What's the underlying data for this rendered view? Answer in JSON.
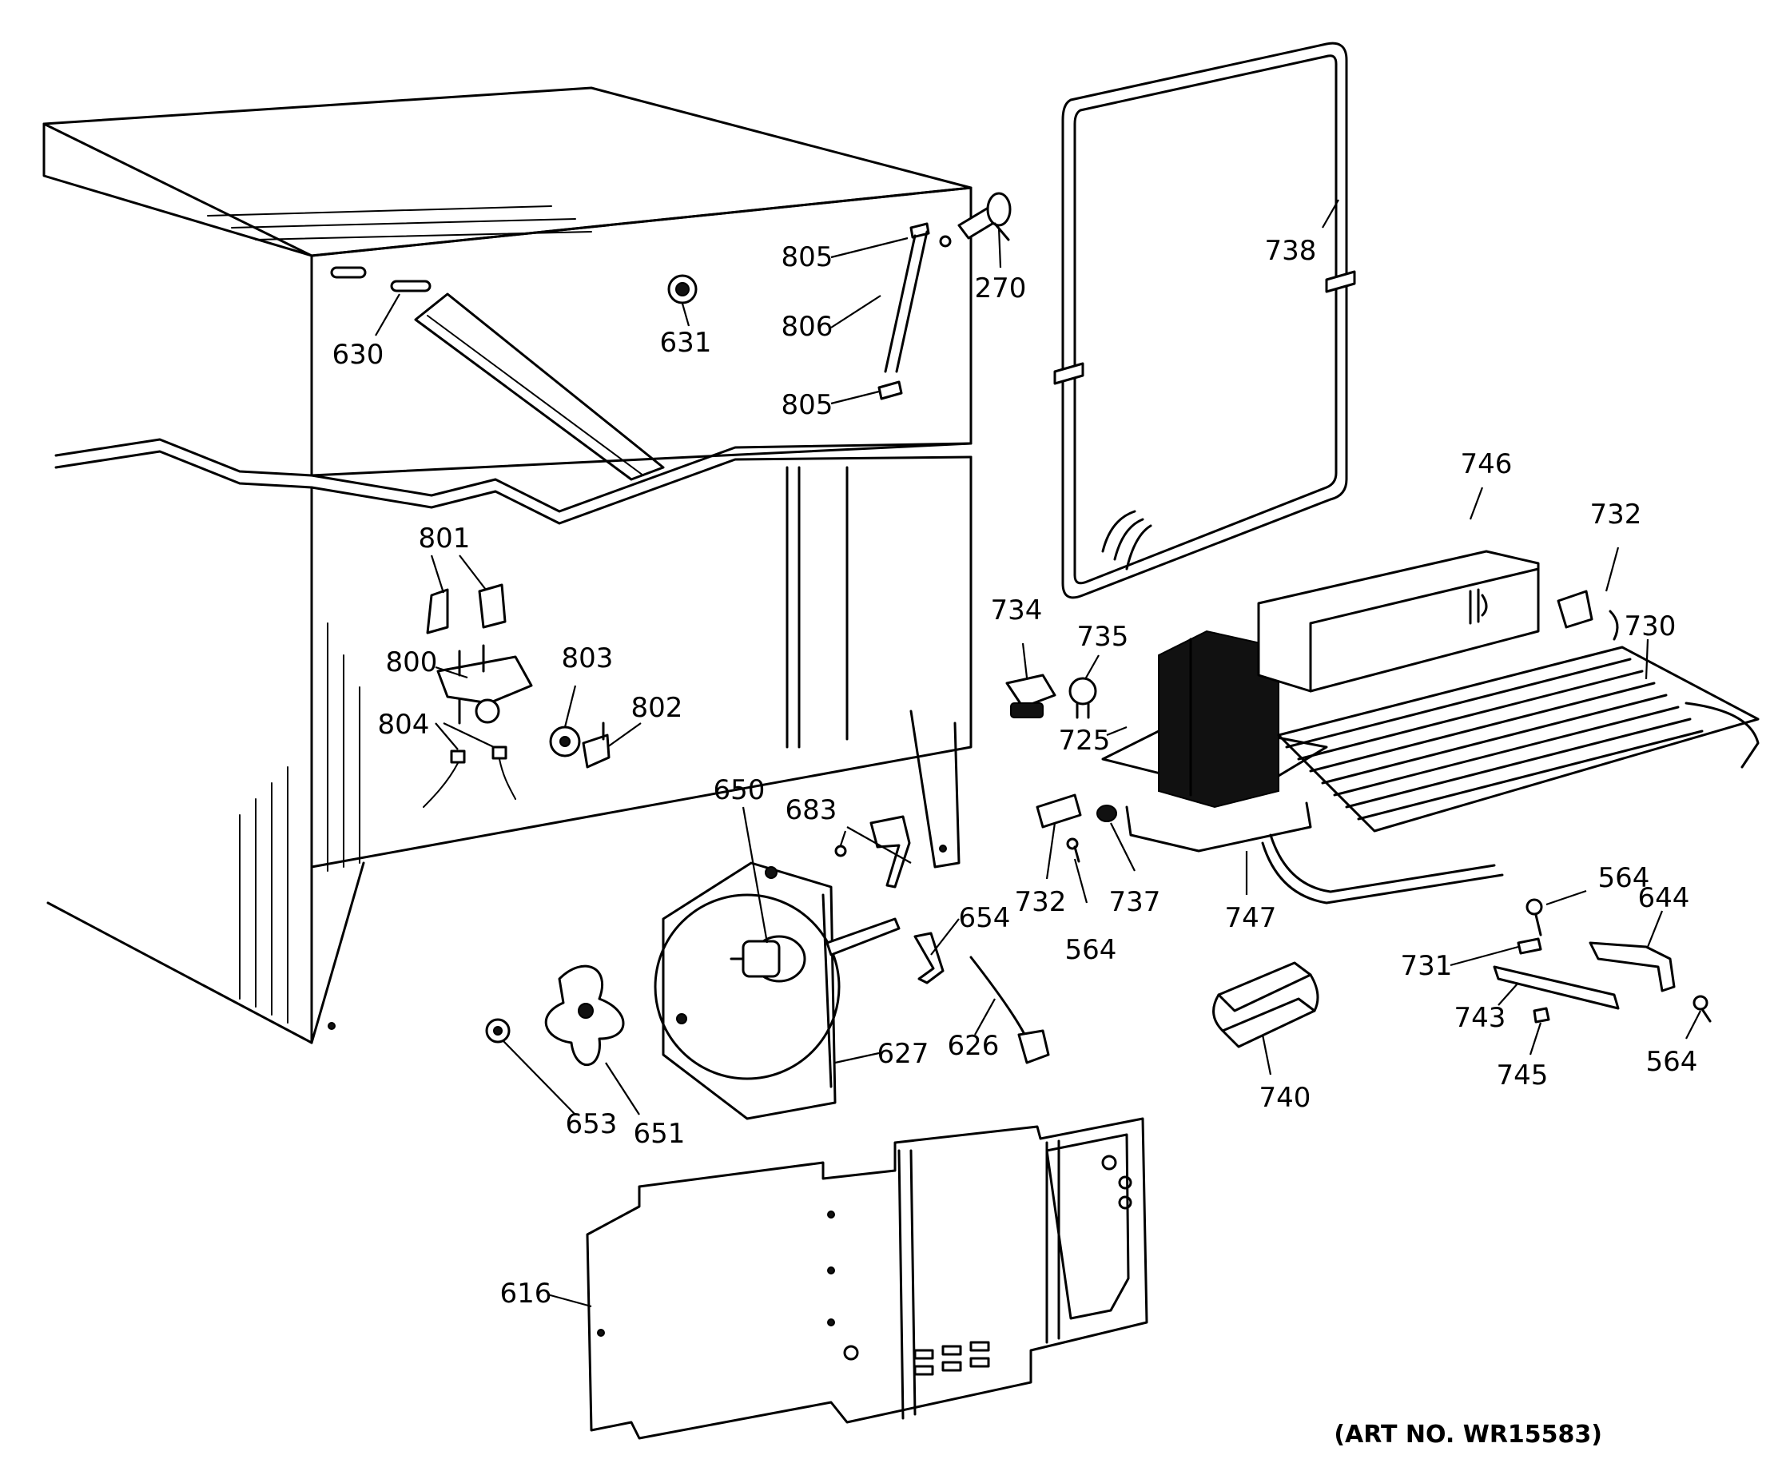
{
  "art_number": "(ART NO. WR15583)",
  "labels": {
    "l270": "270",
    "l564": "564",
    "l616": "616",
    "l626": "626",
    "l627": "627",
    "l630": "630",
    "l631": "631",
    "l644": "644",
    "l650": "650",
    "l651": "651",
    "l653": "653",
    "l654": "654",
    "l683": "683",
    "l725": "725",
    "l730": "730",
    "l731": "731",
    "l732": "732",
    "l734": "734",
    "l735": "735",
    "l737": "737",
    "l738": "738",
    "l740": "740",
    "l743": "743",
    "l745": "745",
    "l746": "746",
    "l747": "747",
    "l800": "800",
    "l801": "801",
    "l802": "802",
    "l803": "803",
    "l804": "804",
    "l805": "805",
    "l806": "806"
  }
}
